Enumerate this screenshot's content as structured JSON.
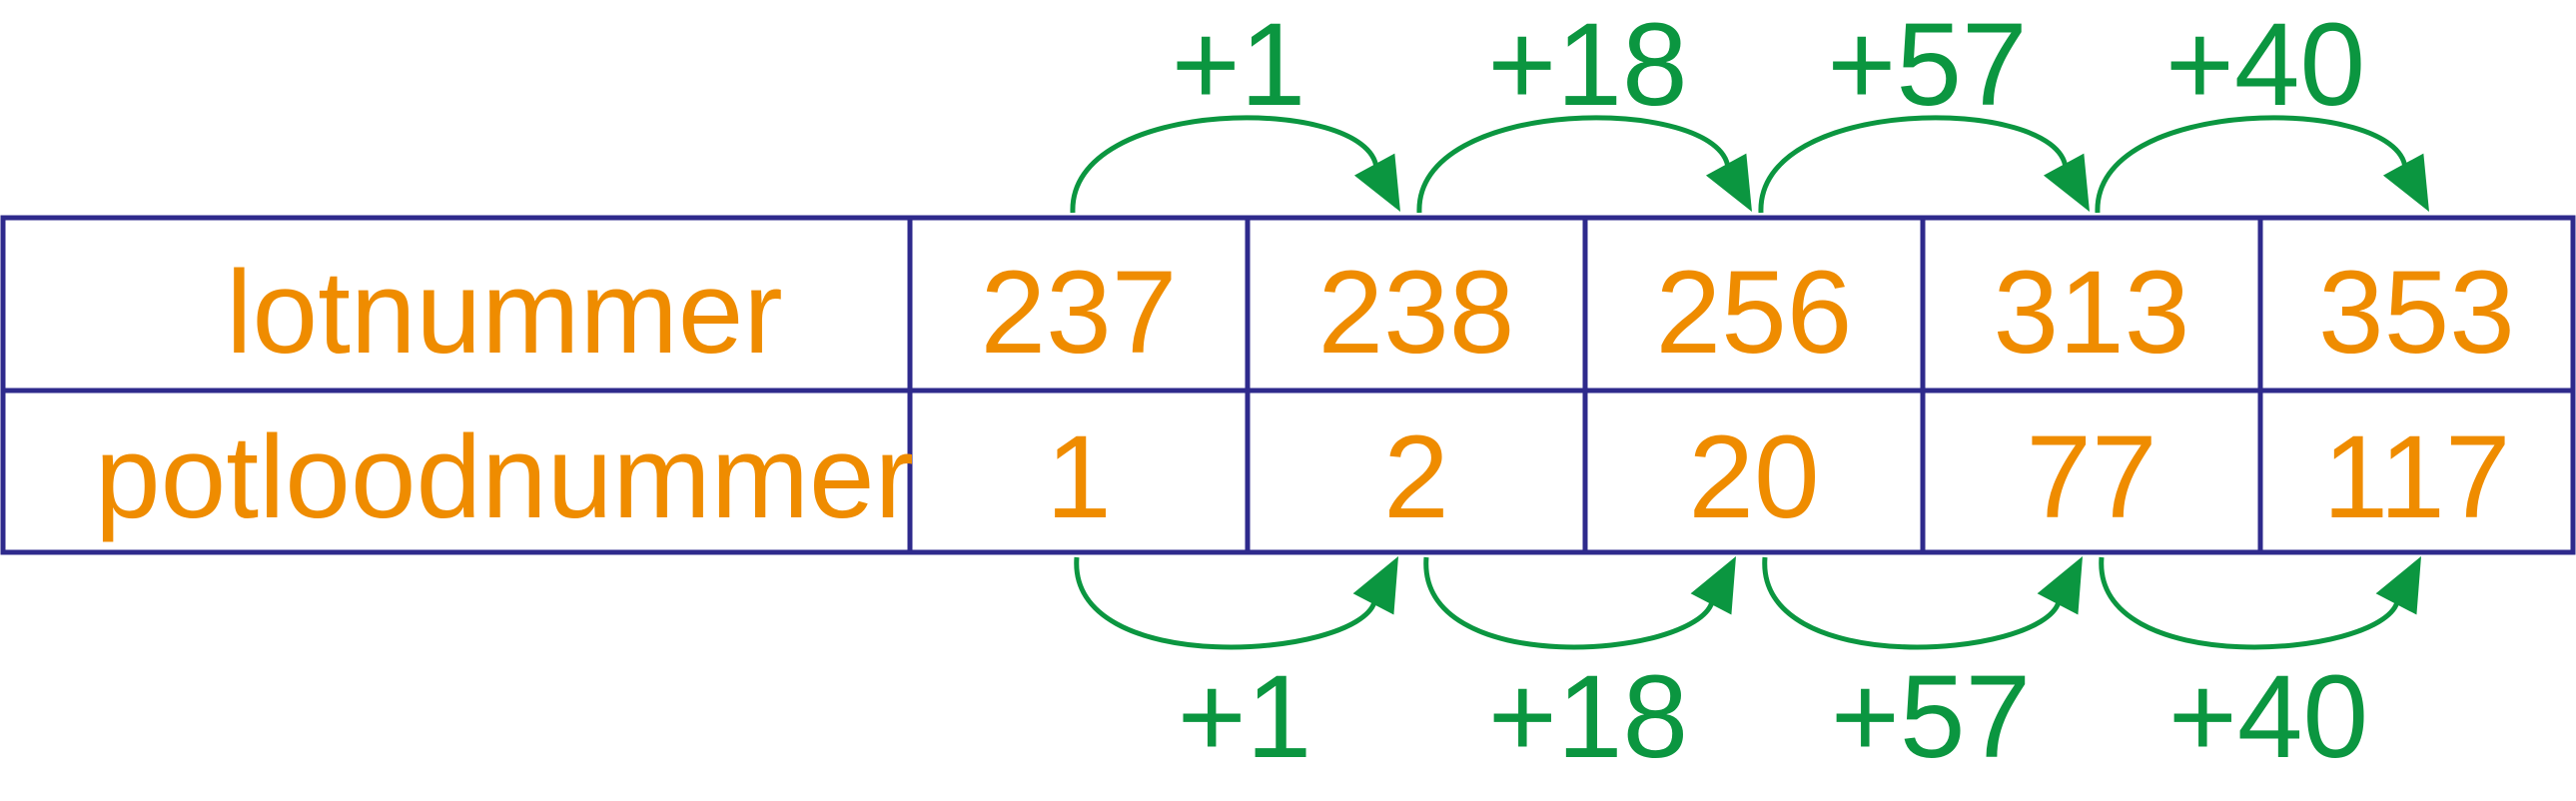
{
  "colors": {
    "border": "#2e2a8c",
    "value_text": "#ef8c00",
    "arrow": "#0b9640",
    "background": "#ffffff"
  },
  "table": {
    "rows": [
      {
        "label": "lotnummer",
        "values": [
          "237",
          "238",
          "256",
          "313",
          "353"
        ]
      },
      {
        "label": "potloodnummer",
        "values": [
          "1",
          "2",
          "20",
          "77",
          "117"
        ]
      }
    ]
  },
  "top_steps": [
    "+1",
    "+18",
    "+57",
    "+40"
  ],
  "bottom_steps": [
    "+1",
    "+18",
    "+57",
    "+40"
  ]
}
